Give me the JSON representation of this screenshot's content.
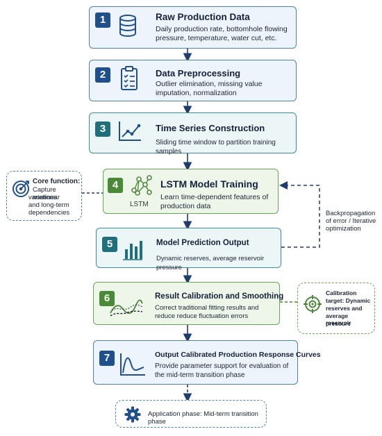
{
  "steps": [
    {
      "num": "1",
      "title": "Raw Production Data",
      "desc": "Daily production rate, bottomhole flowing pressure, temperature, water cut, etc."
    },
    {
      "num": "2",
      "title": "Data Preprocessing",
      "desc": "Outlier elimination, missing value imputation, normalization"
    },
    {
      "num": "3",
      "title": "Time Series Construction",
      "desc": "Sliding time window to partition training samples"
    },
    {
      "num": "4",
      "title": "LSTM Model Training",
      "desc": "Learn time-dependent features of production data",
      "icon_label": "LSTM"
    },
    {
      "num": "5",
      "title": "Model Prediction Output",
      "desc": "Dynamic reserves, average reservoir pressure"
    },
    {
      "num": "6",
      "title": "Result Calibration and Smoothing",
      "desc": "Correct traditional fitting results and reduce reduce fluctuation errors"
    },
    {
      "num": "7",
      "title": "Output Calibrated Production Response Curves",
      "desc": "Provide parameter support for evaluation of the mid-term transition phase"
    }
  ],
  "core_function": {
    "title": "Core function:",
    "line1": "Capture nonlinear",
    "line2": "variations",
    "line3": "and long-term",
    "line4": "dependencies"
  },
  "feedback_label": {
    "line1": "Backpropagation",
    "line2": "of error / Iterative",
    "line3": "optimization"
  },
  "calibration_target": {
    "line1": "Calibration",
    "line2": "target: Dynamic",
    "line3": "reserves and",
    "line4": "average reservoir",
    "line5": "pressure"
  },
  "application_phase": "Application phase: Mid-term transition phase",
  "colors": {
    "navy": "#1f4f8c",
    "teal": "#1f6f7c",
    "green": "#4a8a36",
    "arrow": "#1f3c6e"
  },
  "icons": [
    "database-icon",
    "clipboard-checklist-icon",
    "trend-line-chart-icon",
    "neural-network-icon",
    "bar-chart-icon",
    "smoothed-curves-icon",
    "response-curve-icon",
    "target-icon",
    "gear-icon"
  ]
}
